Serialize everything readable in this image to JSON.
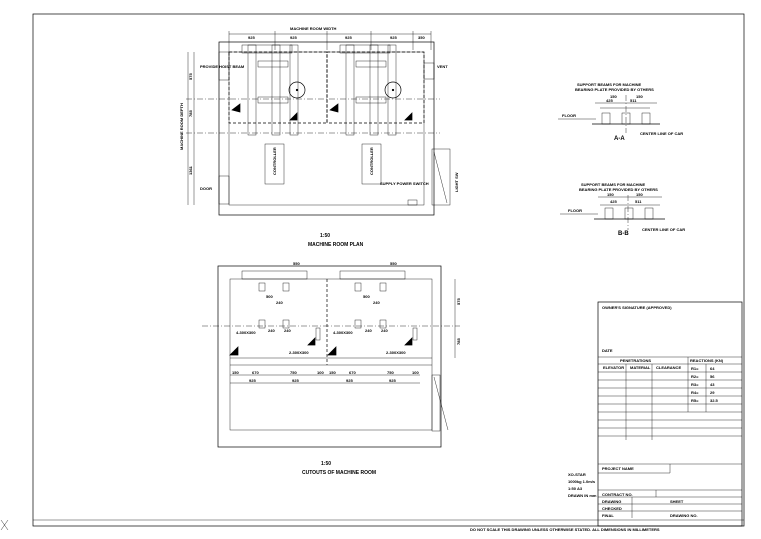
{
  "plan": {
    "width_label": "MACHINE ROOM WIDTH",
    "top_dims": [
      "925",
      "925",
      "925",
      "925",
      "350"
    ],
    "depth_label": "MACHINE ROOM DEPTH",
    "side_dims": [
      "575",
      "785",
      "1361"
    ],
    "notes": [
      "PROVIDE HOIST BEAM",
      "VENT",
      "DOOR",
      "SUPPLY POWER SWITCH",
      "CONTROLLER",
      "CONTROLLER",
      "LIGHT SW"
    ],
    "scale": "1:50",
    "caption": "MACHINE ROOM PLAN"
  },
  "cutouts": {
    "labels": [
      "550",
      "550"
    ],
    "top_dims": [
      "500",
      "240",
      "240",
      "240",
      "500",
      "240",
      "240",
      "240"
    ],
    "hole_labels": [
      "4-300X300",
      "4-300X300",
      "2-300X300",
      "2-300X300"
    ],
    "side_dims": [
      "575",
      "785"
    ],
    "bottom_dims_1": [
      "150",
      "670",
      "750",
      "100",
      "150",
      "670",
      "750",
      "100"
    ],
    "bottom_dims_2": [
      "925",
      "925",
      "925",
      "925"
    ],
    "scale": "1:50",
    "caption": "CUTOUTS OF MACHINE ROOM"
  },
  "section_aa": {
    "note_1": "SUPPORT BEAMS FOR MACHINE",
    "note_2": "BEARING PLATE PROVIDED BY OTHERS",
    "dims": [
      "425",
      "511",
      "150",
      "150"
    ],
    "floor_label": "FLOOR",
    "center_label": "CENTER LINE OF CAR",
    "name": "A-A"
  },
  "section_bb": {
    "note_1": "SUPPORT BEAMS FOR MACHINE",
    "note_2": "BEARING PLATE PROVIDED BY OTHERS",
    "dims": [
      "425",
      "511",
      "150",
      "150"
    ],
    "floor_label": "FLOOR",
    "center_label": "CENTER LINE OF CAR",
    "name": "B-B"
  },
  "title_block": {
    "owner_signature": "OWNER'S SIGNATURE (APPROVED)",
    "date": "DATE",
    "penetrations_header": "PENETRATIONS",
    "penetrations_cols": [
      "ELEVATOR",
      "MATERIAL",
      "CLEARANCE"
    ],
    "reactions_header": "REACTIONS (KN)",
    "reactions": [
      {
        "key": "R1=",
        "value": "64"
      },
      {
        "key": "R2=",
        "value": "56"
      },
      {
        "key": "R3=",
        "value": "43"
      },
      {
        "key": "R4=",
        "value": "29"
      },
      {
        "key": "R5=",
        "value": "32.5"
      }
    ],
    "project_name": "PROJECT NAME",
    "side_notes": [
      "XO-STAR",
      "1000kg 1.0m/s",
      "1:50 A3",
      "DRAWN IN mm"
    ],
    "contract_no": "CONTRACT NO.",
    "drawing": "DRAWING",
    "checked": "CHECKED",
    "final": "FINAL",
    "sheet": "SHEET",
    "drawing_no": "DRAWING NO."
  },
  "footer_note": "DO NOT SCALE THIS DRAWING UNLESS OTHERWISE STATED. ALL DIMENSIONS IN MILLIMETERS"
}
